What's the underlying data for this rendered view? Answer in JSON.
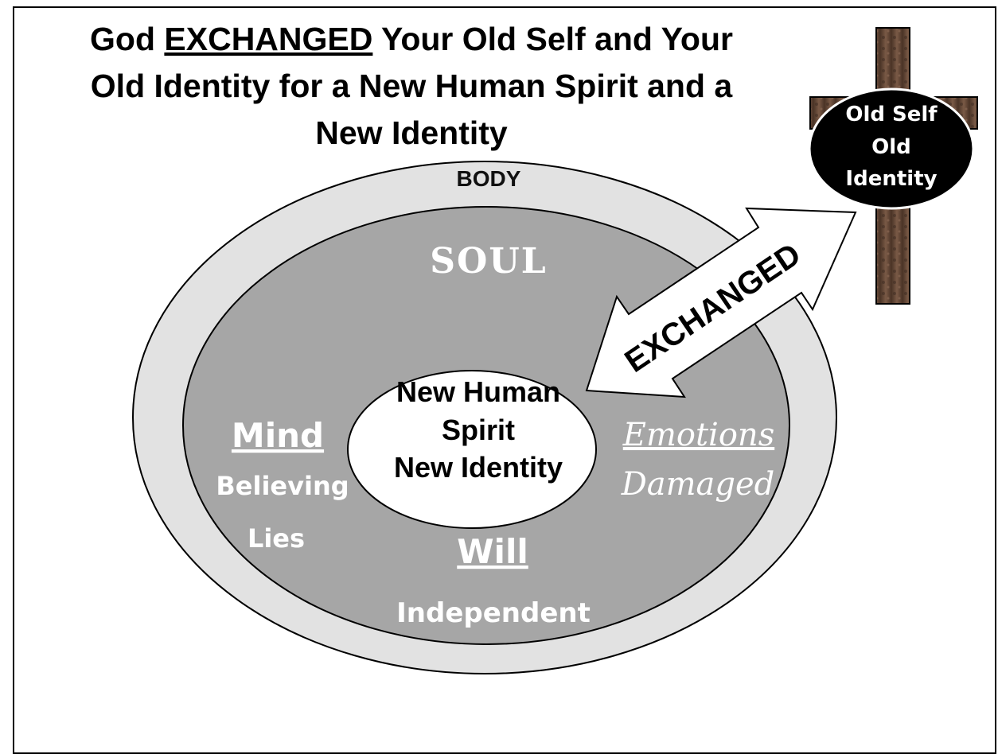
{
  "title": {
    "line1_pre": "God ",
    "line1_em": "EXCHANGED",
    "line1_post": " Your Old Self and Your",
    "line2": "Old Identity for a New Human Spirit and a",
    "line3": "New Identity"
  },
  "rings": {
    "body": "BODY",
    "soul": "SOUL"
  },
  "spirit": {
    "line1": "New Human",
    "line2": "Spirit",
    "line3": "New Identity"
  },
  "mind": {
    "label": "Mind",
    "state1": "Believing",
    "state2": "Lies"
  },
  "emotions": {
    "label": "Emotions",
    "state": "Damaged"
  },
  "will": {
    "label": "Will",
    "state": "Independent"
  },
  "arrow": {
    "label": "EXCHANGED"
  },
  "cross": {
    "line1": "Old Self",
    "line2": "Old",
    "line3": "Identity"
  },
  "colors": {
    "body_ring": "#e2e2e2",
    "soul_ring": "#a6a6a6",
    "spirit": "#ffffff",
    "cross_wood": "#6b4a38",
    "cross_badge": "#000000"
  }
}
